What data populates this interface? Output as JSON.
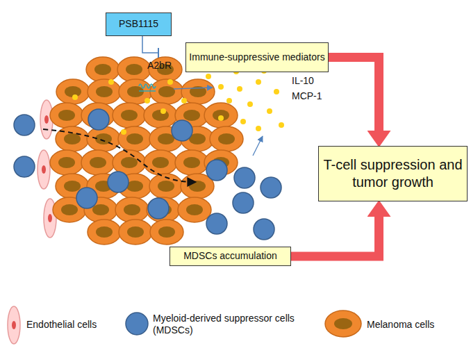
{
  "diagram": {
    "nodes": [
      {
        "text": [
          "PSB1115"
        ]
      },
      {
        "text": [
          "Immune-suppressive mediators"
        ]
      },
      {
        "text": [
          "T-cell suppression and tumor growth"
        ]
      },
      {
        "text": [
          "MDSCs accumulation"
        ]
      }
    ],
    "edges": [
      {
        "from": 1,
        "to": 2,
        "arrow": "to"
      },
      {
        "from": 3,
        "to": 2,
        "arrow": "to"
      }
    ],
    "labels": [
      "A2bR",
      "IL-10",
      "MCP-1"
    ],
    "legend": [
      {
        "text": "Endothelial cells"
      },
      {
        "text": "Myeloid-derived suppressor cells (MDSCs)"
      },
      {
        "text": "Melanoma cells"
      }
    ]
  }
}
